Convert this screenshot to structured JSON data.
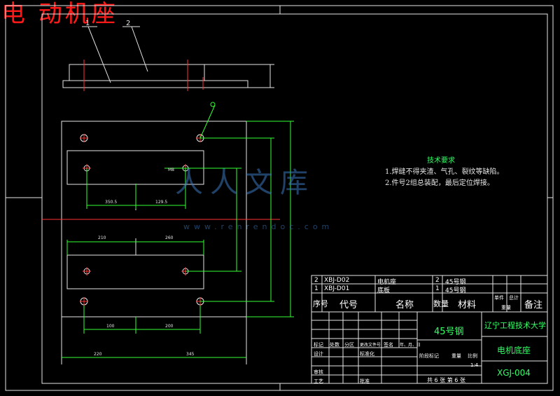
{
  "title": "电 动机座",
  "balloons": [
    "1",
    "2"
  ],
  "dims": {
    "d1": "350.5",
    "d2": "129.5",
    "d3": "210",
    "d4": "260",
    "d5": "100",
    "d6": "200",
    "d7": "220",
    "d8": "345",
    "d9": "M8"
  },
  "tech": {
    "heading": "技术要求",
    "items": [
      "1.焊缝不得夹渣、气孔、裂纹等缺陷。",
      "2.件号2组总装配，最后定位焊接。"
    ]
  },
  "watermark": {
    "text": "人人文库",
    "url": "www.renrendoc.com"
  },
  "bom": [
    {
      "no": "2",
      "code": "XBJ-D02",
      "name": "电机座",
      "qty": "2",
      "material": "45号钢"
    },
    {
      "no": "1",
      "code": "XBJ-D01",
      "name": "底板",
      "qty": "1",
      "material": "45号钢"
    }
  ],
  "bom_header": {
    "no": "序号",
    "code": "代号",
    "name": "名称",
    "qty": "数量",
    "material": "材料",
    "single": "单件",
    "total": "总计",
    "weight": "重量",
    "remark": "备注"
  },
  "titleblock": {
    "material": "45号钢",
    "school": "辽宁工程技术大学",
    "part_name": "电机底座",
    "drawing_no": "XGJ-004",
    "scale": "1:4",
    "sheets": "共 6 张  第 6 张",
    "labels": {
      "mark": "标记",
      "count": "处数",
      "zone": "分区",
      "change": "更改文件号",
      "sign": "签名",
      "date": "年、月、日",
      "design": "设计",
      "standard": "标准化",
      "craft": "工艺",
      "approve": "批准",
      "review": "审核",
      "stage": "阶段标记",
      "weight": "重量",
      "ratio": "比例"
    }
  }
}
